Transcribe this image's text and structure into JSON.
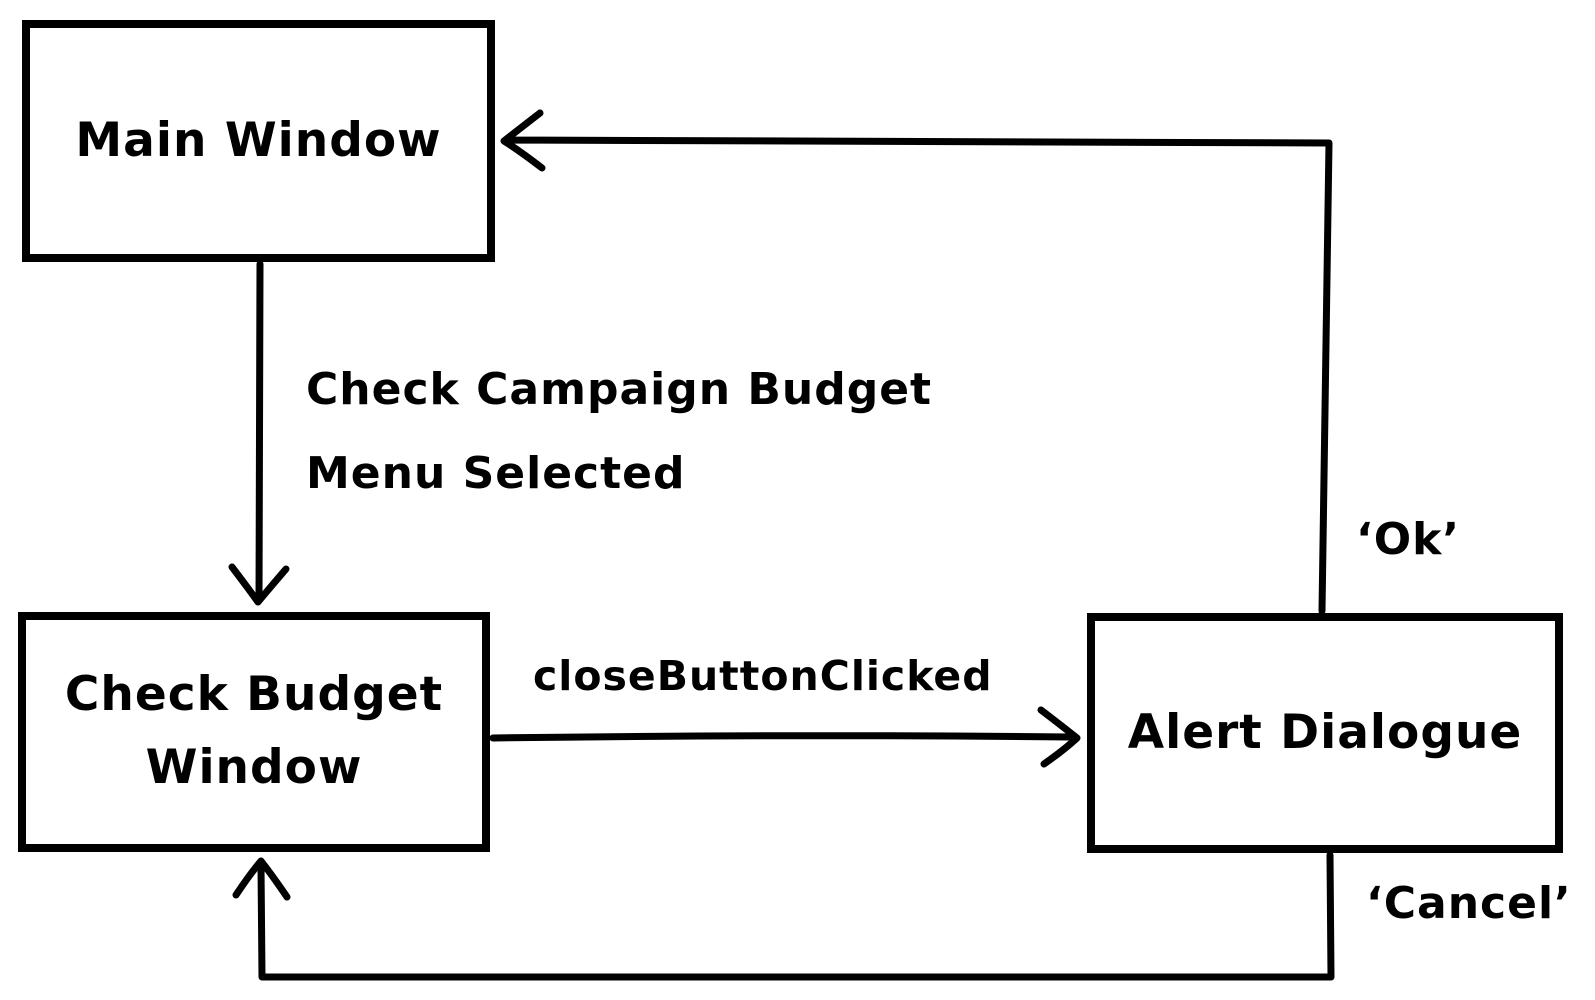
{
  "colors": {
    "stroke": "#000000",
    "background": "#ffffff"
  },
  "nodes": {
    "main_window": {
      "label": "Main Window"
    },
    "check_budget_window": {
      "label_line1": "Check Budget",
      "label_line2": "Window"
    },
    "alert_dialogue": {
      "label": "Alert Dialogue"
    }
  },
  "edges": {
    "menu_selected": {
      "from": "Main Window",
      "to": "Check Budget Window",
      "label_line1": "Check Campaign Budget",
      "label_line2": "Menu Selected"
    },
    "close_button_clicked": {
      "from": "Check Budget Window",
      "to": "Alert Dialogue",
      "label": "closeButtonClicked"
    },
    "ok": {
      "from": "Alert Dialogue",
      "to": "Main Window",
      "label": "‘Ok’"
    },
    "cancel": {
      "from": "Alert Dialogue",
      "to": "Check Budget Window",
      "label": "‘Cancel’"
    }
  }
}
